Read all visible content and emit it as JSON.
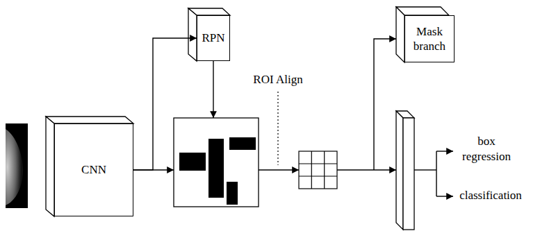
{
  "diagram": {
    "nodes": [
      {
        "text": [
          "CNN"
        ]
      },
      {
        "text": [
          "RPN"
        ]
      },
      {
        "text": [
          "Mask branch"
        ]
      }
    ],
    "edges": [
      {
        "from": 0,
        "to": 1,
        "arrow": "to"
      }
    ],
    "labels": [
      "ROI Align",
      "box regression",
      "classification"
    ]
  }
}
